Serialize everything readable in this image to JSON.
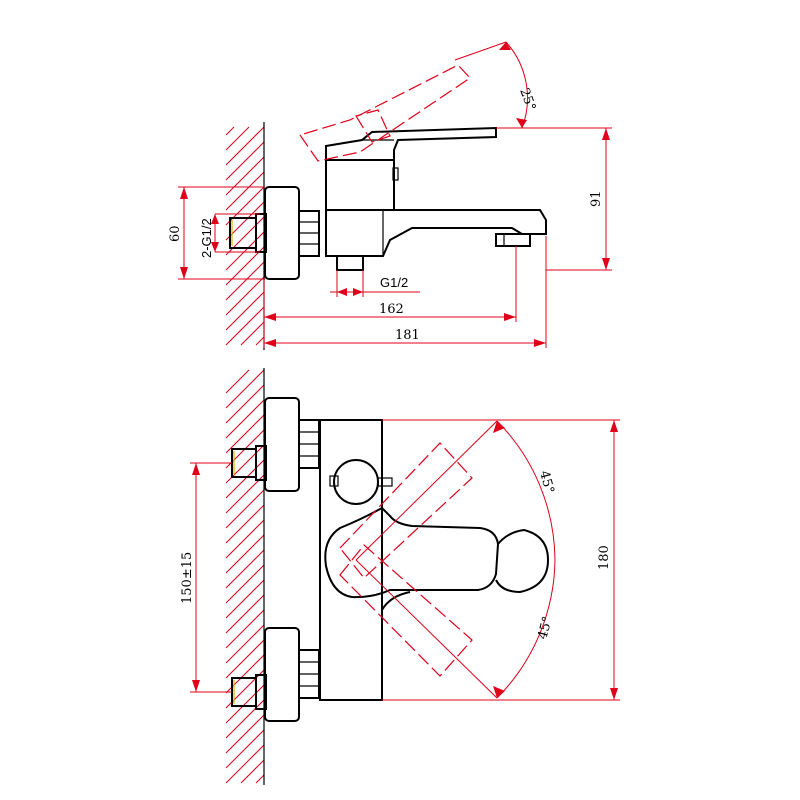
{
  "drawing": {
    "side_view": {
      "dim_height": "91",
      "dim_inlet_spacing": "60",
      "dim_spout_reach": "162",
      "dim_overall_length": "181",
      "label_inlet_thread": "2-G1/2",
      "label_outlet_thread": "G1/2",
      "label_handle_angle": "25°"
    },
    "top_view": {
      "dim_height": "180",
      "dim_inlet_centers": "150±15",
      "label_rotation_upper": "45°",
      "label_rotation_lower": "45°"
    }
  }
}
